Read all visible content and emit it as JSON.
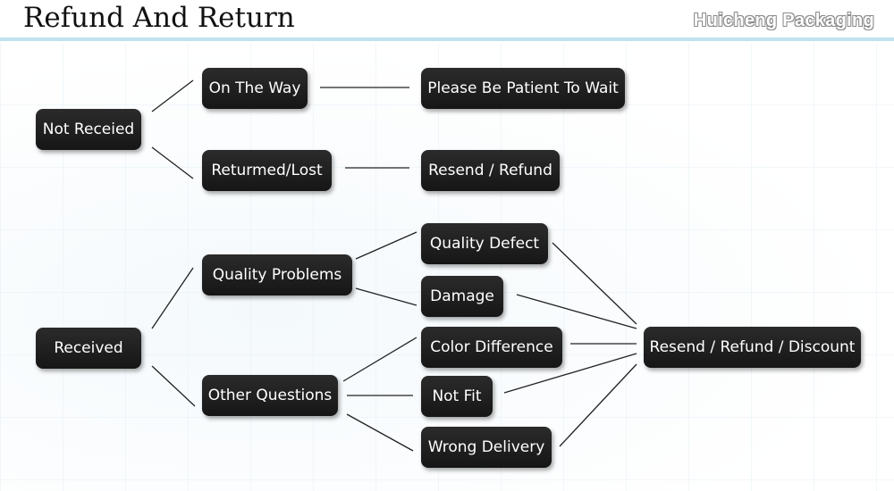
{
  "header": {
    "title": "Refund And Return",
    "brand": "Huicheng Packaging"
  },
  "nodes": {
    "not_received": "Not Receied",
    "on_the_way": "On The Way",
    "please_wait": "Please Be Patient To Wait",
    "returned_lost": "Returmed/Lost",
    "resend_refund": "Resend / Refund",
    "received": "Received",
    "quality_problems": "Quality Problems",
    "other_questions": "Other Questions",
    "quality_defect": "Quality Defect",
    "damage": "Damage",
    "color_difference": "Color Difference",
    "not_fit": "Not Fit",
    "wrong_delivery": "Wrong Delivery",
    "resend_refund_discount": "Resend / Refund / Discount"
  },
  "colors": {
    "node_bg": "#1c1c1c",
    "node_text": "#ffffff",
    "rule": "#bfe2ec",
    "connector": "#222222"
  }
}
